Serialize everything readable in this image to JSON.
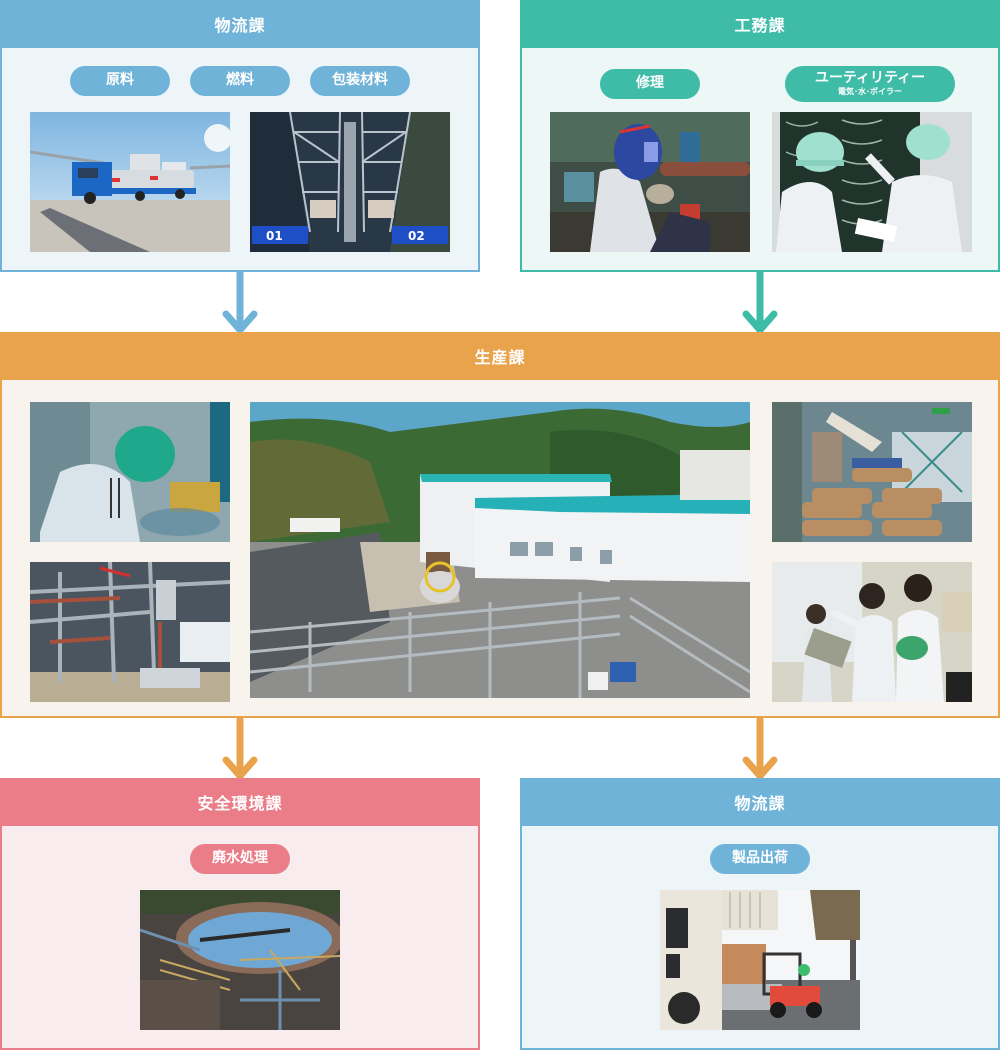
{
  "colors": {
    "logistics": "#6fb3d8",
    "engineering": "#3fbca8",
    "production": "#e9a34d",
    "safety": "#ea7d88"
  },
  "logistics_in": {
    "title": "物流課",
    "tags": [
      "原料",
      "燃料",
      "包装材料"
    ],
    "photos": [
      "tanker-truck-photo",
      "automated-warehouse-photo"
    ],
    "warehouse_labels": [
      "01",
      "02"
    ]
  },
  "engineering": {
    "title": "工務課",
    "tags": [
      {
        "label": "修理"
      },
      {
        "label": "ユーティリティー",
        "sub": "電気･水･ボイラー"
      }
    ],
    "photos": [
      "welding-photo",
      "control-panel-inspection-photo"
    ]
  },
  "production": {
    "title": "生産課",
    "photos": [
      "worker-inspection-photo",
      "reactor-plant-photo",
      "factory-aerial-photo",
      "palletizing-robot-photo",
      "team-meeting-photo"
    ]
  },
  "safety": {
    "title": "安全環境課",
    "tags": [
      "廃水処理"
    ],
    "photos": [
      "wastewater-treatment-photo"
    ]
  },
  "logistics_out": {
    "title": "物流課",
    "tags": [
      "製品出荷"
    ],
    "photos": [
      "forklift-shipping-photo"
    ]
  }
}
